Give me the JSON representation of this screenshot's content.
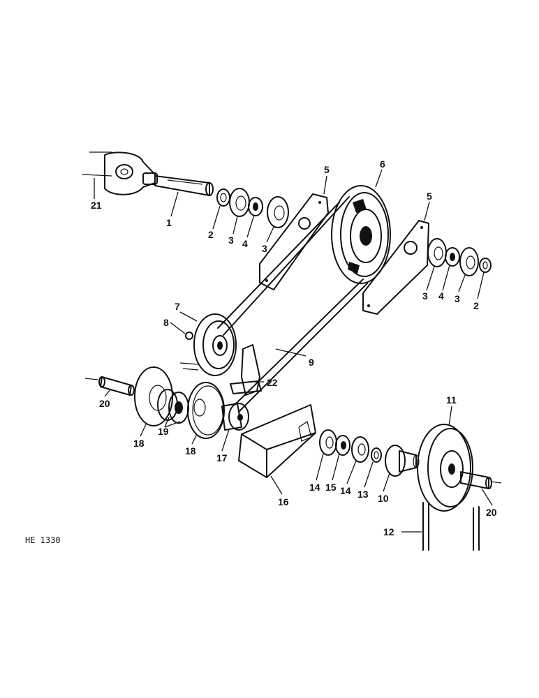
{
  "drawing_code": "HE 1330",
  "callouts": [
    {
      "id": "c21a",
      "text": "21"
    },
    {
      "id": "c1",
      "text": "1"
    },
    {
      "id": "c2a",
      "text": "2"
    },
    {
      "id": "c3a",
      "text": "3"
    },
    {
      "id": "c4a",
      "text": "4"
    },
    {
      "id": "c3b",
      "text": "3"
    },
    {
      "id": "c5a",
      "text": "5"
    },
    {
      "id": "c6",
      "text": "6"
    },
    {
      "id": "c5b",
      "text": "5"
    },
    {
      "id": "c3c",
      "text": "3"
    },
    {
      "id": "c4b",
      "text": "4"
    },
    {
      "id": "c3d",
      "text": "3"
    },
    {
      "id": "c2b",
      "text": "2"
    },
    {
      "id": "c7",
      "text": "7"
    },
    {
      "id": "c8",
      "text": "8"
    },
    {
      "id": "c9",
      "text": "9"
    },
    {
      "id": "c22",
      "text": "22"
    },
    {
      "id": "c20a",
      "text": "20"
    },
    {
      "id": "c18a",
      "text": "18"
    },
    {
      "id": "c19",
      "text": "19"
    },
    {
      "id": "c18b",
      "text": "18"
    },
    {
      "id": "c17",
      "text": "17"
    },
    {
      "id": "c16",
      "text": "16"
    },
    {
      "id": "c14a",
      "text": "14"
    },
    {
      "id": "c15",
      "text": "15"
    },
    {
      "id": "c14b",
      "text": "14"
    },
    {
      "id": "c13",
      "text": "13"
    },
    {
      "id": "c10",
      "text": "10"
    },
    {
      "id": "c11",
      "text": "11"
    },
    {
      "id": "c20b",
      "text": "20"
    },
    {
      "id": "c12",
      "text": "12"
    }
  ]
}
